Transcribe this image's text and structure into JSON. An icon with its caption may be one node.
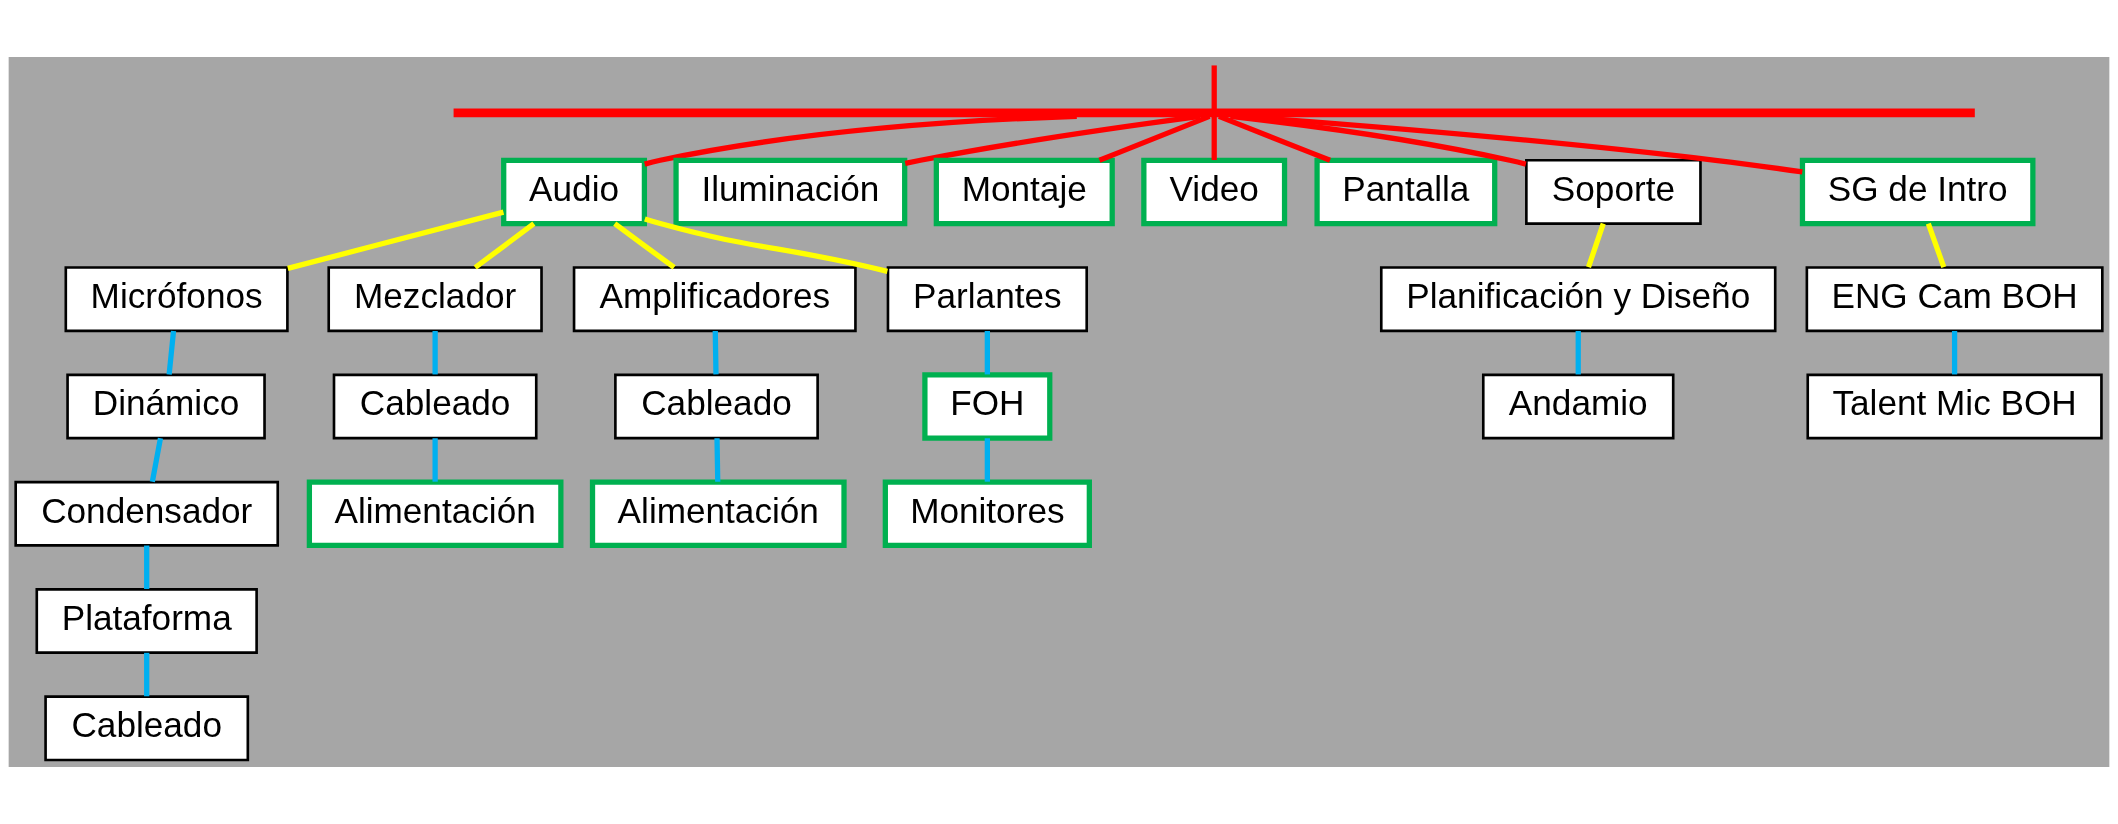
{
  "diagram": {
    "nodes": [
      {
        "text": [],
        "shape": "bar"
      },
      {
        "text": [
          "Audio"
        ]
      },
      {
        "text": [
          "Iluminación"
        ]
      },
      {
        "text": [
          "Montaje"
        ]
      },
      {
        "text": [
          "Video"
        ]
      },
      {
        "text": [
          "Pantalla"
        ]
      },
      {
        "text": [
          "Soporte"
        ]
      },
      {
        "text": [
          "SG de Intro"
        ]
      },
      {
        "text": [
          "Micrófonos"
        ]
      },
      {
        "text": [
          "Dinámico"
        ]
      },
      {
        "text": [
          "Condensador"
        ]
      },
      {
        "text": [
          "Plataforma"
        ]
      },
      {
        "text": [
          "Cableado"
        ]
      },
      {
        "text": [
          "Mezclador"
        ]
      },
      {
        "text": [
          "Cableado"
        ]
      },
      {
        "text": [
          "Alimentación"
        ]
      },
      {
        "text": [
          "Amplificadores"
        ]
      },
      {
        "text": [
          "Cableado"
        ]
      },
      {
        "text": [
          "Alimentación"
        ]
      },
      {
        "text": [
          "Parlantes"
        ]
      },
      {
        "text": [
          "FOH"
        ]
      },
      {
        "text": [
          "Monitores"
        ]
      },
      {
        "text": [
          "Planificación y Diseño"
        ]
      },
      {
        "text": [
          "Andamio"
        ]
      },
      {
        "text": [
          "ENG Cam BOH"
        ]
      },
      {
        "text": [
          "Talent Mic BOH"
        ]
      }
    ],
    "edges": [
      {
        "from": null,
        "to": 0,
        "arrow": "none",
        "color": "#ff0000"
      },
      {
        "from": 0,
        "to": 1,
        "arrow": "none",
        "color": "#ff0000"
      },
      {
        "from": 0,
        "to": 2,
        "arrow": "none",
        "color": "#ff0000"
      },
      {
        "from": 0,
        "to": 3,
        "arrow": "none",
        "color": "#ff0000"
      },
      {
        "from": 0,
        "to": 4,
        "arrow": "none",
        "color": "#ff0000"
      },
      {
        "from": 0,
        "to": 5,
        "arrow": "none",
        "color": "#ff0000"
      },
      {
        "from": 0,
        "to": 6,
        "arrow": "none",
        "color": "#ff0000"
      },
      {
        "from": 0,
        "to": 7,
        "arrow": "none",
        "color": "#ff0000"
      },
      {
        "from": 1,
        "to": 8,
        "arrow": "none",
        "color": "#ffff00"
      },
      {
        "from": 1,
        "to": 13,
        "arrow": "none",
        "color": "#ffff00"
      },
      {
        "from": 1,
        "to": 16,
        "arrow": "none",
        "color": "#ffff00"
      },
      {
        "from": 1,
        "to": 19,
        "arrow": "none",
        "color": "#ffff00"
      },
      {
        "from": 6,
        "to": 22,
        "arrow": "none",
        "color": "#ffff00"
      },
      {
        "from": 7,
        "to": 24,
        "arrow": "none",
        "color": "#ffff00"
      },
      {
        "from": 8,
        "to": 9,
        "arrow": "none",
        "color": "#00b0f0"
      },
      {
        "from": 9,
        "to": 10,
        "arrow": "none",
        "color": "#00b0f0"
      },
      {
        "from": 10,
        "to": 11,
        "arrow": "none",
        "color": "#00b0f0"
      },
      {
        "from": 11,
        "to": 12,
        "arrow": "none",
        "color": "#00b0f0"
      },
      {
        "from": 13,
        "to": 14,
        "arrow": "none",
        "color": "#00b0f0"
      },
      {
        "from": 14,
        "to": 15,
        "arrow": "none",
        "color": "#00b0f0"
      },
      {
        "from": 16,
        "to": 17,
        "arrow": "none",
        "color": "#00b0f0"
      },
      {
        "from": 17,
        "to": 18,
        "arrow": "none",
        "color": "#00b0f0"
      },
      {
        "from": 19,
        "to": 20,
        "arrow": "none",
        "color": "#00b0f0"
      },
      {
        "from": 20,
        "to": 21,
        "arrow": "none",
        "color": "#00b0f0"
      },
      {
        "from": 22,
        "to": 23,
        "arrow": "none",
        "color": "#00b0f0"
      },
      {
        "from": 24,
        "to": 25,
        "arrow": "none",
        "color": "#00b0f0"
      }
    ]
  }
}
